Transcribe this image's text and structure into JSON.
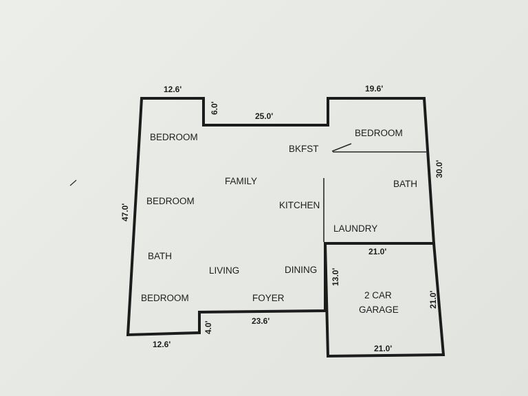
{
  "rooms": {
    "bedroom_top_left": "BEDROOM",
    "bedroom_mid_left": "BEDROOM",
    "bath_left": "BATH",
    "bedroom_bottom_left": "BEDROOM",
    "family": "FAMILY",
    "living": "LIVING",
    "foyer": "FOYER",
    "bkfst": "BKFST",
    "kitchen": "KITCHEN",
    "dining": "DINING",
    "bedroom_top_right": "BEDROOM",
    "bath_right": "BATH",
    "laundry": "LAUNDRY",
    "garage_line1": "2 CAR",
    "garage_line2": "GARAGE"
  },
  "dimensions": {
    "top_left_width": "12.6'",
    "top_notch_depth": "6.0'",
    "top_middle_width": "25.0'",
    "top_right_width": "19.6'",
    "right_depth": "30.0'",
    "left_depth": "47.0'",
    "bottom_left_width": "12.6'",
    "bottom_notch_depth": "4.0'",
    "bottom_middle_width": "23.6'",
    "garage_top_width": "21.0'",
    "garage_left_depth": "13.0'",
    "garage_right_depth": "21.0'",
    "garage_bottom_width": "21.0'"
  }
}
